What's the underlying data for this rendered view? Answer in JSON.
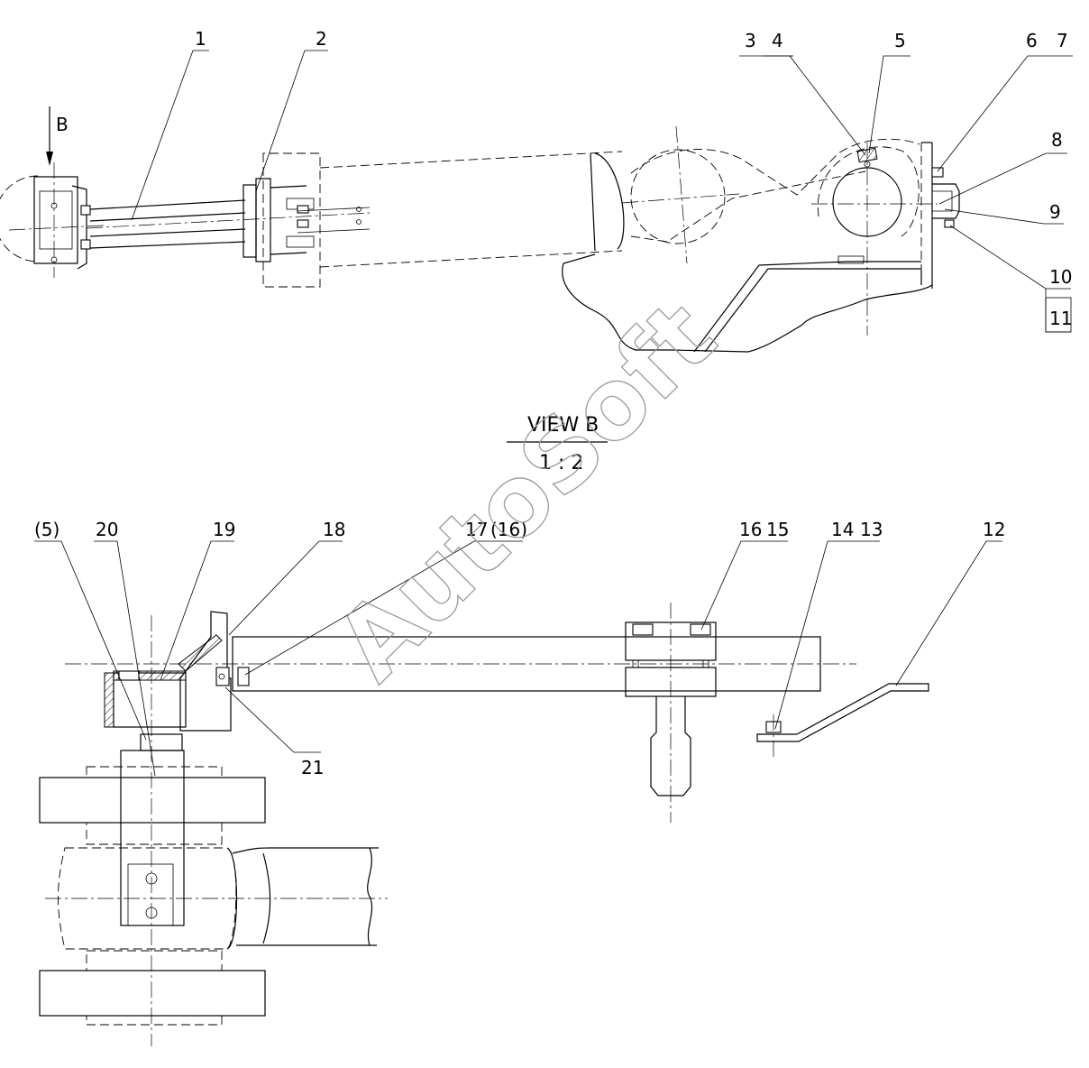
{
  "callouts": {
    "c1": "1",
    "c2": "2",
    "c3": "3",
    "c4": "4",
    "c5": "5",
    "c6": "6",
    "c7": "7",
    "c8": "8",
    "c9": "9",
    "c10": "10",
    "c11": "11",
    "c12": "12",
    "c13": "13",
    "c14": "14",
    "c15": "15",
    "c16": "16",
    "c16p": "(16)",
    "c17": "17",
    "c18": "18",
    "c19": "19",
    "c20": "20",
    "c21": "21",
    "c5p": "(5)"
  },
  "view_arrow_label": "B",
  "view_title": "VIEW B",
  "view_scale": "1 : 2",
  "watermark": "AutoSoft"
}
